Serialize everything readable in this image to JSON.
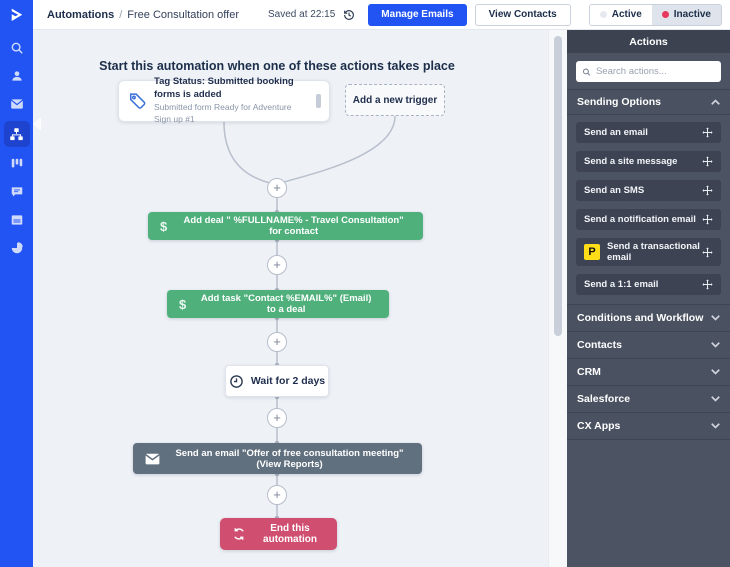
{
  "topbar": {
    "breadcrumb": {
      "section": "Automations",
      "separator": "/",
      "page": "Free Consultation offer"
    },
    "saved_status": "Saved at 22:15",
    "manage_emails_label": "Manage Emails",
    "view_contacts_label": "View Contacts",
    "toggle": {
      "active_label": "Active",
      "inactive_label": "Inactive",
      "selected": "Inactive"
    }
  },
  "sidebar": {
    "items": [
      "logo",
      "search",
      "contacts",
      "campaigns",
      "automations",
      "deals",
      "conversations",
      "forms",
      "reports"
    ],
    "active_item": "automations"
  },
  "canvas": {
    "heading": "Start this automation when one of these actions takes place",
    "trigger": {
      "title": "Tag Status: Submitted booking forms is added",
      "subtitle": "Submitted form Ready for Adventure Sign up #1"
    },
    "add_trigger_label": "Add a new trigger",
    "plus_glyph": "+",
    "steps": [
      {
        "type": "deal",
        "label": "Add deal \" %FULLNAME% - Travel Consultation\" for contact"
      },
      {
        "type": "task",
        "label": "Add task \"Contact %EMAIL%\" (Email) to a deal"
      },
      {
        "type": "wait",
        "label": "Wait for 2 days"
      },
      {
        "type": "email",
        "label": "Send an email \"Offer of free consultation meeting\" (View Reports)"
      },
      {
        "type": "end",
        "label": "End this automation"
      }
    ],
    "dollar_glyph": "$"
  },
  "actions_panel": {
    "title": "Actions",
    "search_placeholder": "Search actions...",
    "sending_options": {
      "label": "Sending Options",
      "expanded": true,
      "items": [
        "Send an email",
        "Send a site message",
        "Send an SMS",
        "Send a notification email",
        "Send a transactional email",
        "Send a 1:1 email"
      ],
      "transactional_badge": "P"
    },
    "collapsed_sections": [
      {
        "label": "Conditions and Workflow"
      },
      {
        "label": "Contacts"
      },
      {
        "label": "CRM"
      },
      {
        "label": "Salesforce"
      },
      {
        "label": "CX Apps"
      }
    ]
  },
  "colors": {
    "accent_blue": "#2254f4",
    "active_nav_blue": "#1d43cf",
    "action_green": "#4fb07c",
    "send_slate": "#61707f",
    "end_pink": "#d04e70",
    "postmark_yellow": "#ffde17",
    "inactive_red": "#e8385d",
    "panel_bg": "#4c5363",
    "canvas_bg": "#eef1f6"
  }
}
